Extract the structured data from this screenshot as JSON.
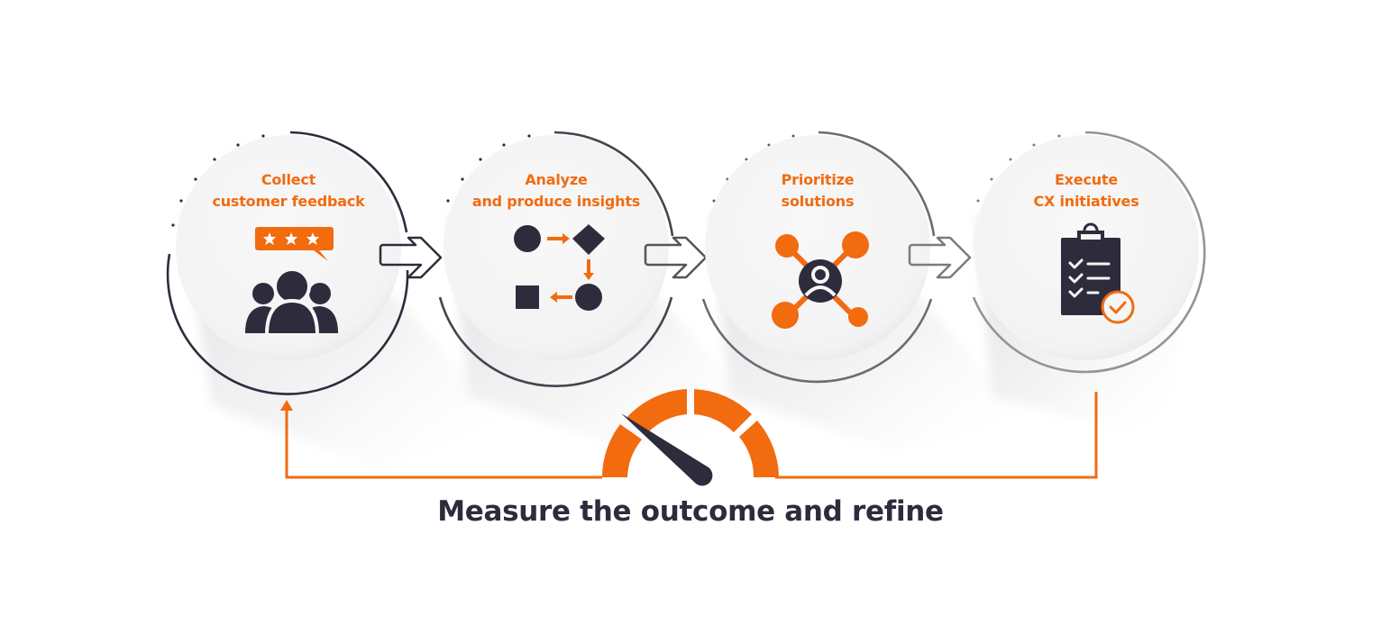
{
  "colors": {
    "accent": "#f26b0f",
    "dark": "#2e2c3c",
    "disc": "#f6f6f7",
    "ring1": "#2e2c3c",
    "ring2": "#46444f",
    "ring3": "#6c6b73",
    "ring4": "#94939a"
  },
  "steps": [
    {
      "line1": "Collect",
      "line2": "customer feedback",
      "icon": "group-with-star-rating-icon"
    },
    {
      "line1": "Analyze",
      "line2": "and produce insights",
      "icon": "flowchart-icon"
    },
    {
      "line1": "Prioritize",
      "line2": "solutions",
      "icon": "person-network-icon"
    },
    {
      "line1": "Execute",
      "line2": "CX initiatives",
      "icon": "clipboard-checklist-icon"
    }
  ],
  "connectors": [
    "arrow-right-icon",
    "arrow-right-icon",
    "arrow-right-icon"
  ],
  "feedback_loop": {
    "label": "Measure the outcome and refine",
    "icon": "speedometer-gauge-icon",
    "return_arrow": "arrow-up-icon"
  }
}
